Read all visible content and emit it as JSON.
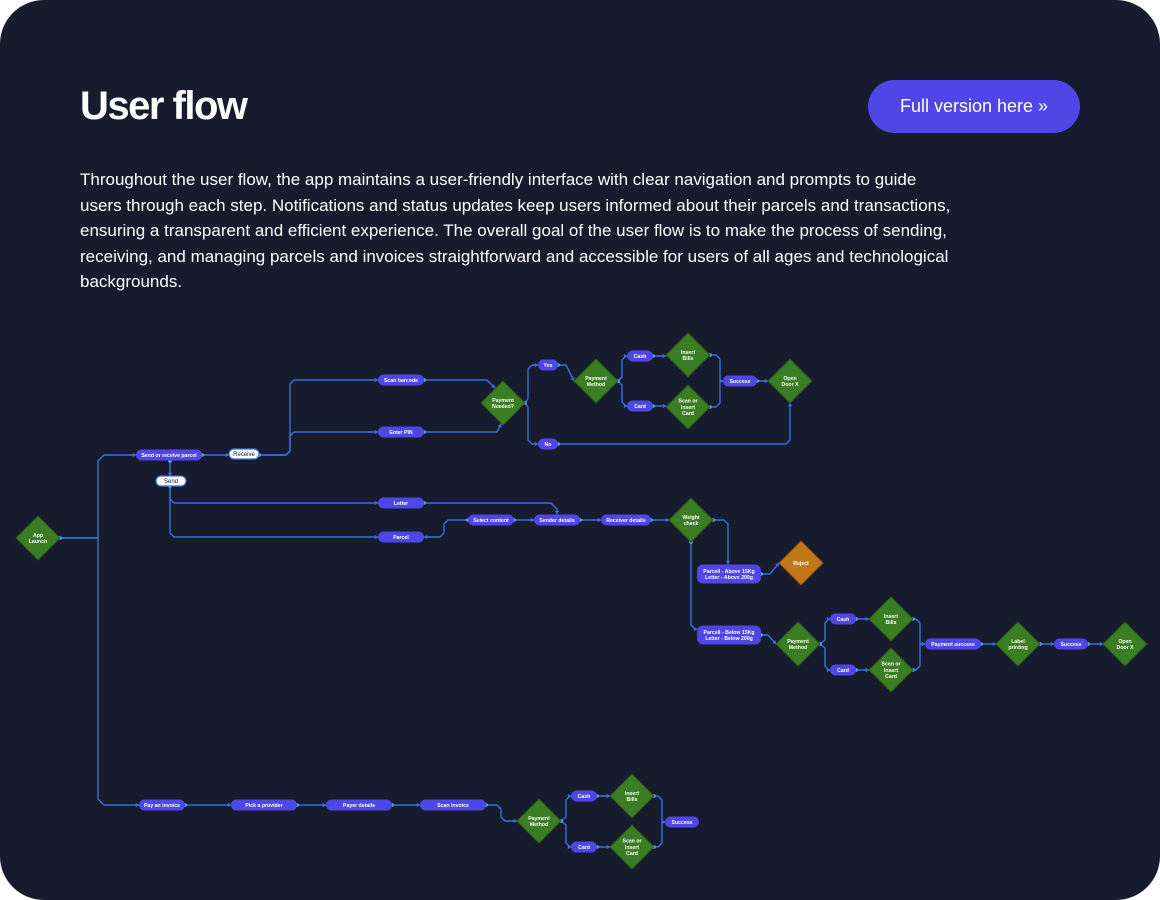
{
  "header": {
    "title": "User flow",
    "cta_label": "Full version here »"
  },
  "description": "Throughout the user flow, the app maintains a user-friendly interface with clear navigation and prompts to guide users through each step. Notifications and status updates keep users informed about their parcels and transactions, ensuring a transparent and efficient experience. The overall goal of the user flow is to make the process of sending, receiving, and managing parcels and invoices straightforward and accessible for users of all ages and technological backgrounds.",
  "colors": {
    "background": "#171b2e",
    "accent": "#4f46e5",
    "step_fill": "#4f46e5",
    "decision_fill": "#3a7d22",
    "reject_fill": "#c07818",
    "connector": "#3b6fe0"
  },
  "flow": {
    "nodes": [
      {
        "id": "app",
        "type": "decision",
        "label": [
          "App",
          "Launch"
        ]
      },
      {
        "id": "sor",
        "type": "step",
        "label": [
          "Send or receive parcel"
        ]
      },
      {
        "id": "receive",
        "type": "branch",
        "label": [
          "Receive"
        ]
      },
      {
        "id": "send",
        "type": "branch",
        "label": [
          "Send"
        ]
      },
      {
        "id": "scan_barcode",
        "type": "step",
        "label": [
          "Scan barcode"
        ]
      },
      {
        "id": "enter_pin",
        "type": "step",
        "label": [
          "Enter PIN"
        ]
      },
      {
        "id": "pay_needed",
        "type": "decision",
        "label": [
          "Payment",
          "Needed?"
        ]
      },
      {
        "id": "yes",
        "type": "step",
        "label": [
          "Yes"
        ]
      },
      {
        "id": "no",
        "type": "step",
        "label": [
          "No"
        ]
      },
      {
        "id": "pm1",
        "type": "decision",
        "label": [
          "Payment",
          "Method"
        ]
      },
      {
        "id": "cash1",
        "type": "step",
        "label": [
          "Cash"
        ]
      },
      {
        "id": "card1",
        "type": "step",
        "label": [
          "Card"
        ]
      },
      {
        "id": "bills1",
        "type": "decision",
        "label": [
          "Insert",
          "Bills"
        ]
      },
      {
        "id": "scan1",
        "type": "decision",
        "label": [
          "Scan or",
          "Insert",
          "Card"
        ]
      },
      {
        "id": "success1",
        "type": "step",
        "label": [
          "Success"
        ]
      },
      {
        "id": "open1",
        "type": "decision",
        "label": [
          "Open",
          "Door X"
        ]
      },
      {
        "id": "letter",
        "type": "step",
        "label": [
          "Letter"
        ]
      },
      {
        "id": "parcel",
        "type": "step",
        "label": [
          "Parcel"
        ]
      },
      {
        "id": "select_content",
        "type": "step",
        "label": [
          "Select content"
        ]
      },
      {
        "id": "sender",
        "type": "step",
        "label": [
          "Sender details"
        ]
      },
      {
        "id": "receiver",
        "type": "step",
        "label": [
          "Receiver details"
        ]
      },
      {
        "id": "weight",
        "type": "decision",
        "label": [
          "Weight",
          "check"
        ]
      },
      {
        "id": "above",
        "type": "step",
        "label": [
          "Parcell - Above 15Kg",
          "Letter - Above 200g"
        ]
      },
      {
        "id": "reject",
        "type": "reject",
        "label": [
          "Reject"
        ]
      },
      {
        "id": "below",
        "type": "step",
        "label": [
          "Parcell - Below 15Kg",
          "Letter - Below 200g"
        ]
      },
      {
        "id": "pm2",
        "type": "decision",
        "label": [
          "Payment",
          "Method"
        ]
      },
      {
        "id": "cash2",
        "type": "step",
        "label": [
          "Cash"
        ]
      },
      {
        "id": "card2",
        "type": "step",
        "label": [
          "Card"
        ]
      },
      {
        "id": "bills2",
        "type": "decision",
        "label": [
          "Insert",
          "Bills"
        ]
      },
      {
        "id": "scan2",
        "type": "decision",
        "label": [
          "Scan or",
          "Insert",
          "Card"
        ]
      },
      {
        "id": "paysuccess",
        "type": "step",
        "label": [
          "Payment success"
        ]
      },
      {
        "id": "label",
        "type": "decision",
        "label": [
          "Label",
          "printing"
        ]
      },
      {
        "id": "success2",
        "type": "step",
        "label": [
          "Success"
        ]
      },
      {
        "id": "open2",
        "type": "decision",
        "label": [
          "Open",
          "Door X"
        ]
      },
      {
        "id": "pay_invoice",
        "type": "step",
        "label": [
          "Pay an invoice"
        ]
      },
      {
        "id": "provider",
        "type": "step",
        "label": [
          "Pick a provider"
        ]
      },
      {
        "id": "payer",
        "type": "step",
        "label": [
          "Payer details"
        ]
      },
      {
        "id": "scan_invoice",
        "type": "step",
        "label": [
          "Scan invoice"
        ]
      },
      {
        "id": "pm3",
        "type": "decision",
        "label": [
          "Payment",
          "Method"
        ]
      },
      {
        "id": "cash3",
        "type": "step",
        "label": [
          "Cash"
        ]
      },
      {
        "id": "card3",
        "type": "step",
        "label": [
          "Card"
        ]
      },
      {
        "id": "bills3",
        "type": "decision",
        "label": [
          "Insert",
          "Bills"
        ]
      },
      {
        "id": "scan3",
        "type": "decision",
        "label": [
          "Scan or",
          "Insert",
          "Card"
        ]
      },
      {
        "id": "success3",
        "type": "step",
        "label": [
          "Success"
        ]
      }
    ],
    "edges": [
      [
        "app",
        "sor"
      ],
      [
        "app",
        "pay_invoice"
      ],
      [
        "sor",
        "receive"
      ],
      [
        "sor",
        "send"
      ],
      [
        "receive",
        "scan_barcode"
      ],
      [
        "receive",
        "enter_pin"
      ],
      [
        "scan_barcode",
        "pay_needed"
      ],
      [
        "enter_pin",
        "pay_needed"
      ],
      [
        "pay_needed",
        "yes"
      ],
      [
        "pay_needed",
        "no"
      ],
      [
        "yes",
        "pm1"
      ],
      [
        "pm1",
        "cash1"
      ],
      [
        "pm1",
        "card1"
      ],
      [
        "cash1",
        "bills1"
      ],
      [
        "card1",
        "scan1"
      ],
      [
        "bills1",
        "success1"
      ],
      [
        "scan1",
        "success1"
      ],
      [
        "success1",
        "open1"
      ],
      [
        "no",
        "open1"
      ],
      [
        "send",
        "letter"
      ],
      [
        "send",
        "parcel"
      ],
      [
        "letter",
        "sender"
      ],
      [
        "parcel",
        "select_content"
      ],
      [
        "select_content",
        "sender"
      ],
      [
        "sender",
        "receiver"
      ],
      [
        "receiver",
        "weight"
      ],
      [
        "weight",
        "above"
      ],
      [
        "weight",
        "below"
      ],
      [
        "above",
        "reject"
      ],
      [
        "below",
        "pm2"
      ],
      [
        "pm2",
        "cash2"
      ],
      [
        "pm2",
        "card2"
      ],
      [
        "cash2",
        "bills2"
      ],
      [
        "card2",
        "scan2"
      ],
      [
        "bills2",
        "paysuccess"
      ],
      [
        "scan2",
        "paysuccess"
      ],
      [
        "paysuccess",
        "label"
      ],
      [
        "label",
        "success2"
      ],
      [
        "success2",
        "open2"
      ],
      [
        "pay_invoice",
        "provider"
      ],
      [
        "provider",
        "payer"
      ],
      [
        "payer",
        "scan_invoice"
      ],
      [
        "scan_invoice",
        "pm3"
      ],
      [
        "pm3",
        "cash3"
      ],
      [
        "pm3",
        "card3"
      ],
      [
        "cash3",
        "bills3"
      ],
      [
        "card3",
        "scan3"
      ],
      [
        "bills3",
        "success3"
      ],
      [
        "scan3",
        "success3"
      ]
    ]
  }
}
